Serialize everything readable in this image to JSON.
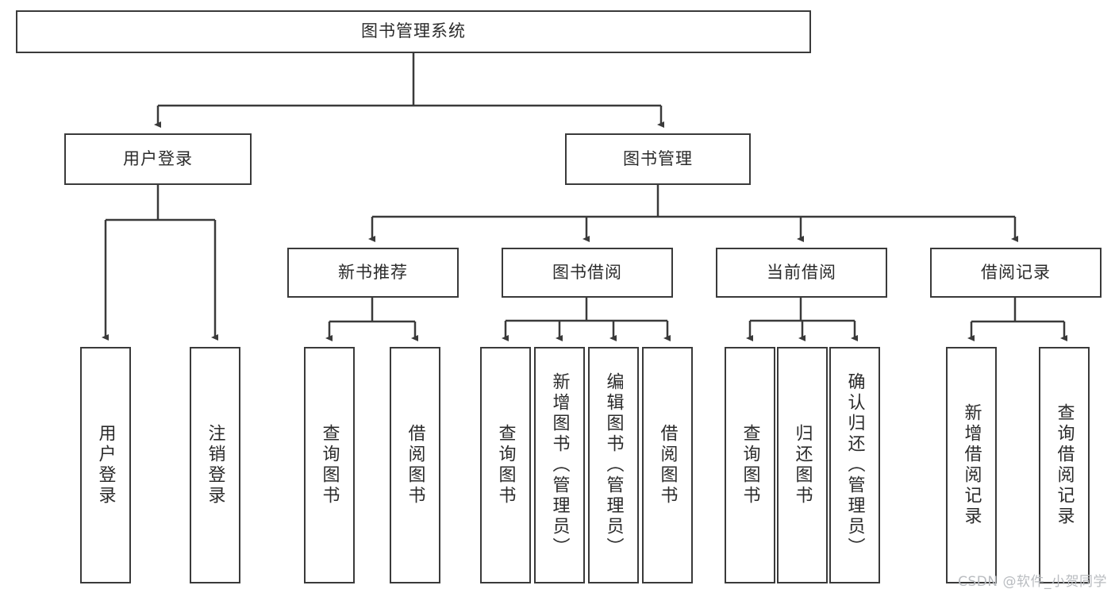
{
  "diagram": {
    "type": "tree",
    "title": "图书管理系统",
    "root": {
      "id": "root",
      "label": "图书管理系统"
    },
    "level2": [
      {
        "id": "user-login",
        "label": "用户登录"
      },
      {
        "id": "book-manage",
        "label": "图书管理"
      }
    ],
    "level3": [
      {
        "id": "new-book-rec",
        "label": "新书推荐",
        "parent": "book-manage"
      },
      {
        "id": "book-borrow",
        "label": "图书借阅",
        "parent": "book-manage"
      },
      {
        "id": "current-borrow",
        "label": "当前借阅",
        "parent": "book-manage"
      },
      {
        "id": "borrow-record",
        "label": "借阅记录",
        "parent": "book-manage"
      }
    ],
    "leaves": {
      "user-login": [
        {
          "id": "leaf-user-login",
          "label": "用户登录"
        },
        {
          "id": "leaf-logout",
          "label": "注销登录"
        }
      ],
      "new-book-rec": [
        {
          "id": "leaf-query-book-1",
          "label": "查询图书"
        },
        {
          "id": "leaf-borrow-book-1",
          "label": "借阅图书"
        }
      ],
      "book-borrow": [
        {
          "id": "leaf-query-book-2",
          "label": "查询图书"
        },
        {
          "id": "leaf-add-book",
          "label": "新增图书（管理员）"
        },
        {
          "id": "leaf-edit-book",
          "label": "编辑图书（管理员）"
        },
        {
          "id": "leaf-borrow-book-2",
          "label": "借阅图书"
        }
      ],
      "current-borrow": [
        {
          "id": "leaf-query-book-3",
          "label": "查询图书"
        },
        {
          "id": "leaf-return-book",
          "label": "归还图书"
        },
        {
          "id": "leaf-confirm-return",
          "label": "确认归还（管理员）"
        }
      ],
      "borrow-record": [
        {
          "id": "leaf-add-record",
          "label": "新增借阅记录"
        },
        {
          "id": "leaf-query-record",
          "label": "查询借阅记录"
        }
      ]
    }
  },
  "colors": {
    "stroke": "#3a3a3a",
    "background": "#ffffff",
    "text": "#2b2b2b",
    "watermark": "#b9bcc0"
  },
  "watermark": {
    "text": "CSDN @软件_小贺同学"
  }
}
